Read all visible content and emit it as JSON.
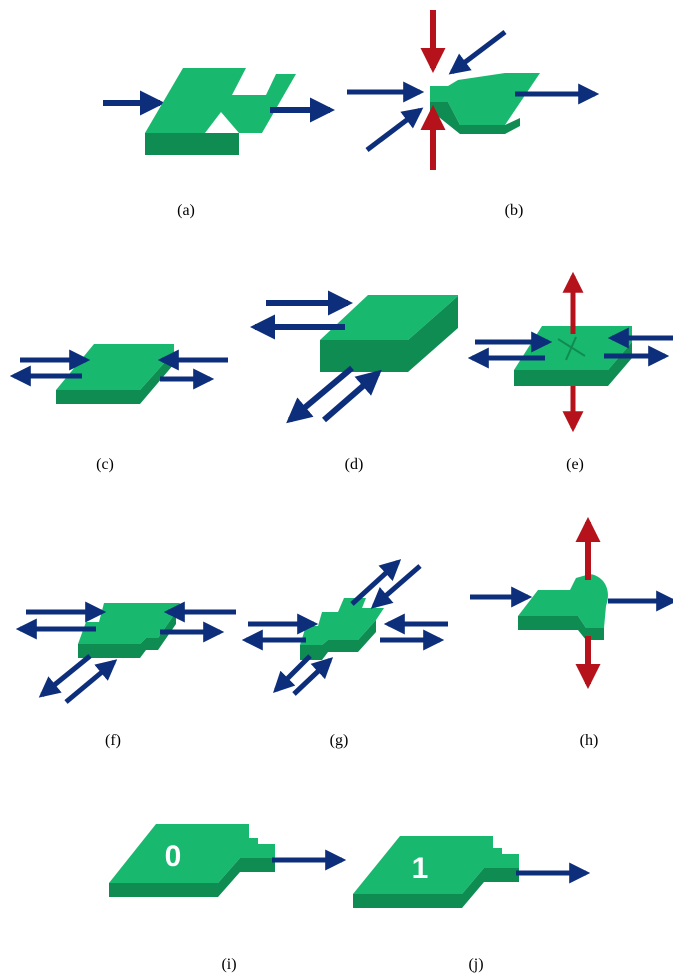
{
  "colors": {
    "block_top": "#19b86f",
    "block_side": "#0f8c51",
    "block_edge": "#0a6b3d",
    "arrow_blue": "#0d2e7a",
    "arrow_red": "#b5121b"
  },
  "panels": [
    {
      "id": "a",
      "caption": "(a)"
    },
    {
      "id": "b",
      "caption": "(b)"
    },
    {
      "id": "c",
      "caption": "(c)"
    },
    {
      "id": "d",
      "caption": "(d)"
    },
    {
      "id": "e",
      "caption": "(e)"
    },
    {
      "id": "f",
      "caption": "(f)"
    },
    {
      "id": "g",
      "caption": "(g)"
    },
    {
      "id": "h",
      "caption": "(h)"
    },
    {
      "id": "i",
      "caption": "(i)",
      "label": "0"
    },
    {
      "id": "j",
      "caption": "(j)",
      "label": "1"
    }
  ]
}
